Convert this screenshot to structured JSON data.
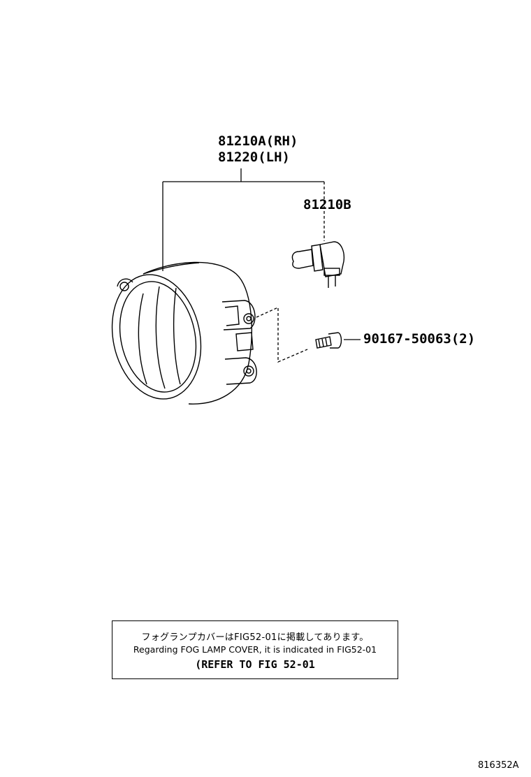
{
  "labels": {
    "lamp_rh": "81210A(RH)",
    "lamp_lh": "81220(LH)",
    "bulb": "81210B",
    "screw": "90167-50063(2)"
  },
  "reference_note": {
    "japanese": "フォグランプカバーはFIG52-01に掲載してあります。",
    "english": "Regarding FOG LAMP COVER, it is indicated in FIG52-01",
    "refer": "(REFER TO FIG 52-01"
  },
  "figure_code": "816352A"
}
